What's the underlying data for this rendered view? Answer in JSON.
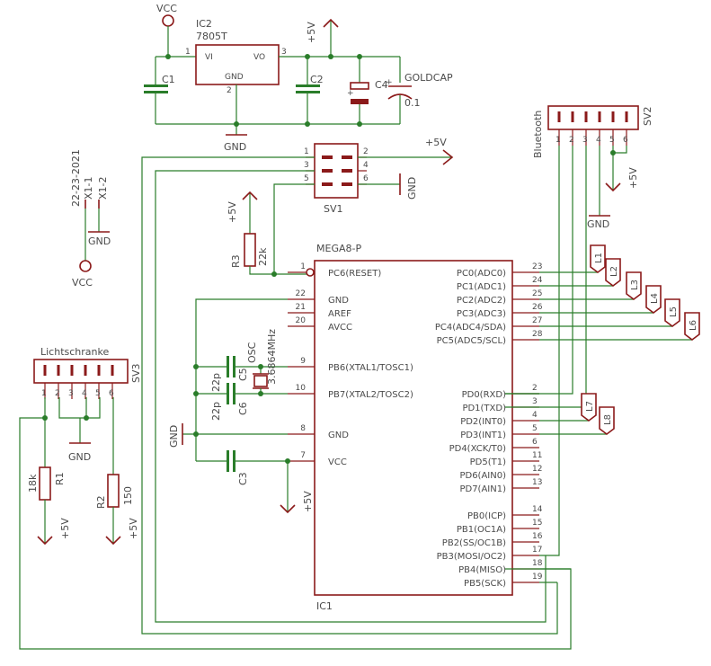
{
  "schematic": {
    "vcc_top": "VCC",
    "ic2_name": "IC2",
    "ic2_value": "7805T",
    "ic2_vi": "VI",
    "ic2_vo": "VO",
    "ic2_gnd": "GND",
    "ic2_pin1": "1",
    "ic2_pin2": "2",
    "ic2_pin3": "3",
    "c1": "C1",
    "c2": "C2",
    "c4": "C4",
    "goldcap": "GOLDCAP",
    "goldcap_value": "0.1",
    "plus5v": "+5V",
    "gnd": "GND",
    "vcc": "VCC",
    "date": "22-23-2021",
    "x1_1": "X1-1",
    "x1_2": "X1-2",
    "sv1": "SV1",
    "sv2": "SV2",
    "sv3": "SV3",
    "bluetooth": "Bluetooth",
    "lichtschranke": "Lichtschranke",
    "r1": "R1",
    "r1_value": "18k",
    "r2": "R2",
    "r2_value": "150",
    "r3": "R3",
    "r3_value": "22k",
    "osc": "OSC",
    "osc_value": "3.6864MHz",
    "c5": "C5",
    "c6": "C6",
    "c3": "C3",
    "c5_value": "22p",
    "c6_value": "22p",
    "mega_name": "MEGA8-P",
    "ic1": "IC1",
    "sv1_pins": [
      "1",
      "2",
      "3",
      "4",
      "5",
      "6"
    ],
    "header_pins": [
      "1",
      "2",
      "3",
      "4",
      "5",
      "6"
    ],
    "leds": [
      "L1",
      "L2",
      "L3",
      "L4",
      "L5",
      "L6",
      "L7",
      "L8"
    ],
    "mega_left": [
      {
        "num": "1",
        "name": "PC6(RESET)"
      },
      {
        "num": "22",
        "name": "GND"
      },
      {
        "num": "21",
        "name": "AREF"
      },
      {
        "num": "20",
        "name": "AVCC"
      },
      {
        "num": "9",
        "name": "PB6(XTAL1/TOSC1)"
      },
      {
        "num": "10",
        "name": "PB7(XTAL2/TOSC2)"
      },
      {
        "num": "8",
        "name": "GND"
      },
      {
        "num": "7",
        "name": "VCC"
      }
    ],
    "mega_right": [
      {
        "num": "23",
        "name": "PC0(ADC0)"
      },
      {
        "num": "24",
        "name": "PC1(ADC1)"
      },
      {
        "num": "25",
        "name": "PC2(ADC2)"
      },
      {
        "num": "26",
        "name": "PC3(ADC3)"
      },
      {
        "num": "27",
        "name": "PC4(ADC4/SDA)"
      },
      {
        "num": "28",
        "name": "PC5(ADC5/SCL)"
      },
      {
        "num": "2",
        "name": "PD0(RXD)"
      },
      {
        "num": "3",
        "name": "PD1(TXD)"
      },
      {
        "num": "4",
        "name": "PD2(INT0)"
      },
      {
        "num": "5",
        "name": "PD3(INT1)"
      },
      {
        "num": "6",
        "name": "PD4(XCK/T0)"
      },
      {
        "num": "11",
        "name": "PD5(T1)"
      },
      {
        "num": "12",
        "name": "PD6(AIN0)"
      },
      {
        "num": "13",
        "name": "PD7(AIN1)"
      },
      {
        "num": "14",
        "name": "PB0(ICP)"
      },
      {
        "num": "15",
        "name": "PB1(OC1A)"
      },
      {
        "num": "16",
        "name": "PB2(SS/OC1B)"
      },
      {
        "num": "17",
        "name": "PB3(MOSI/OC2)"
      },
      {
        "num": "18",
        "name": "PB4(MISO)"
      },
      {
        "num": "19",
        "name": "PB5(SCK)"
      }
    ],
    "colors": {
      "wire": "#2a7d2a",
      "symbol": "#8b1a1a",
      "text": "#4a4a4a",
      "background": "#ffffff"
    }
  }
}
